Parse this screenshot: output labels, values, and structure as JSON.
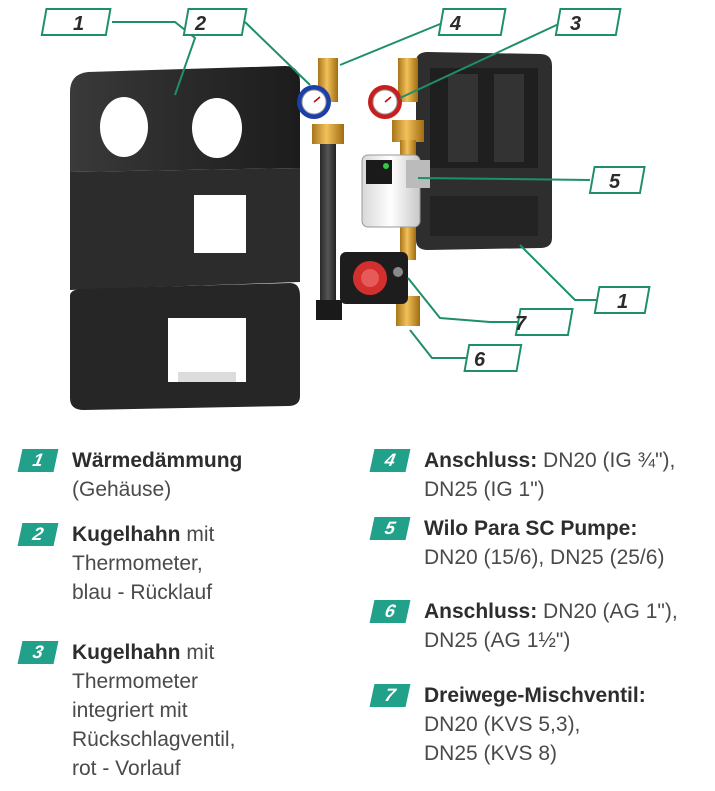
{
  "callouts": {
    "c1a": "1",
    "c2": "2",
    "c4": "4",
    "c3": "3",
    "c5": "5",
    "c1b": "1",
    "c7": "7",
    "c6": "6"
  },
  "legend": [
    {
      "num": "1",
      "bold": "Wärmedämmung",
      "rest": "",
      "lines": [
        "(Gehäuse)"
      ]
    },
    {
      "num": "2",
      "bold": "Kugelhahn",
      "rest": " mit",
      "lines": [
        "Thermometer,",
        "blau - Rücklauf"
      ]
    },
    {
      "num": "3",
      "bold": "Kugelhahn",
      "rest": " mit",
      "lines": [
        "Thermometer",
        "integriert mit",
        "Rückschlagventil,",
        "rot - Vorlauf"
      ]
    },
    {
      "num": "4",
      "bold": "Anschluss:",
      "rest": " DN20 (IG ¾\"),",
      "lines": [
        "DN25 (IG 1\")"
      ]
    },
    {
      "num": "5",
      "bold": "Wilo Para SC Pumpe:",
      "rest": "",
      "lines": [
        "DN20 (15/6), DN25 (25/6)"
      ]
    },
    {
      "num": "6",
      "bold": "Anschluss:",
      "rest": " DN20 (AG 1\"),",
      "lines": [
        "DN25 (AG 1½\")"
      ]
    },
    {
      "num": "7",
      "bold": "Dreiwege-Mischventil:",
      "rest": "",
      "lines": [
        "DN20 (KVS 5,3),",
        "DN25 (KVS 8)"
      ]
    }
  ]
}
